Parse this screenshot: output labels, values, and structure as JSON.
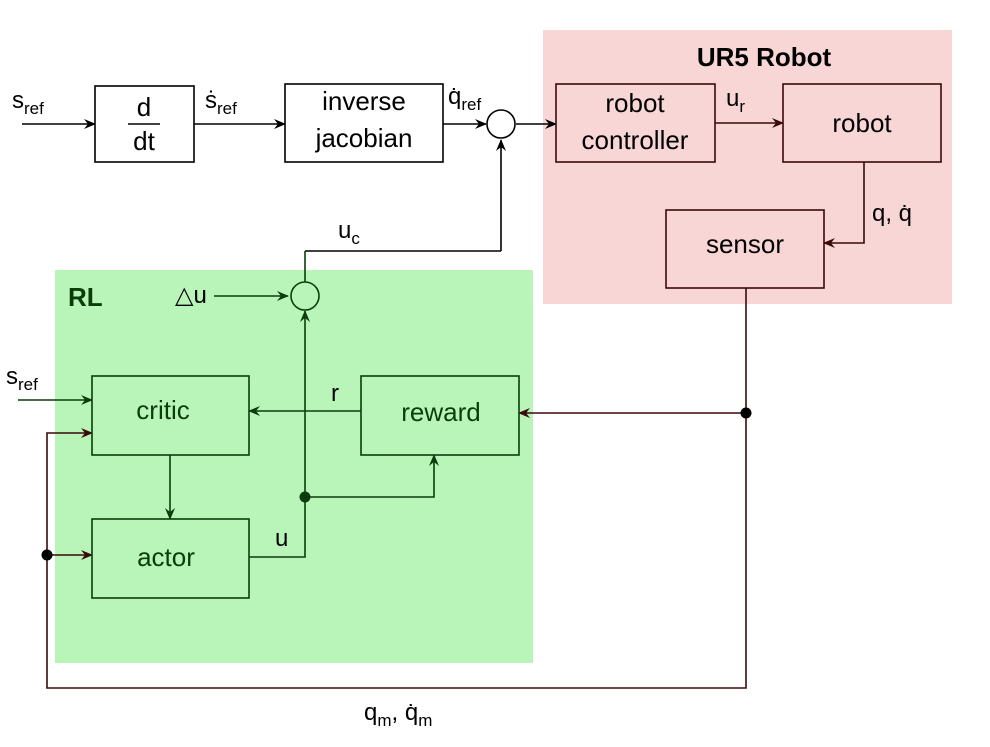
{
  "colors": {
    "robot_region": "#f9d6d6",
    "rl_region": "#b9f5b9",
    "top_line": "#000000",
    "robot_line": "#3a0a0a",
    "rl_line": "#0a3d0a"
  },
  "regions": {
    "robot": {
      "title": "UR5 Robot"
    },
    "rl": {
      "title": "RL"
    }
  },
  "blocks": {
    "derivative": {
      "num": "d",
      "den": "dt"
    },
    "inverse_jacobian": {
      "line1": "inverse",
      "line2": "jacobian"
    },
    "robot_controller": {
      "line1": "robot",
      "line2": "controller"
    },
    "robot": {
      "label": "robot"
    },
    "sensor": {
      "label": "sensor"
    },
    "critic": {
      "label": "critic"
    },
    "reward": {
      "label": "reward"
    },
    "actor": {
      "label": "actor"
    }
  },
  "signals": {
    "s_ref_in": {
      "base": "s",
      "sub": "ref"
    },
    "s_ref_dot": {
      "base": "ṡ",
      "sub": "ref"
    },
    "q_ref_dot": {
      "base": "q̇",
      "sub": "ref"
    },
    "u_r": {
      "base": "u",
      "sub": "r"
    },
    "q_qdot": {
      "text": "q,  q̇"
    },
    "u_c": {
      "base": "u",
      "sub": "c"
    },
    "delta_u": {
      "text": "△u"
    },
    "s_ref_rl": {
      "base": "s",
      "sub": "ref"
    },
    "r": {
      "text": "r"
    },
    "u": {
      "text": "u"
    },
    "q_m": {
      "base": "q",
      "sub": "m",
      "sep": ", ",
      "base2": "q̇",
      "sub2": "m"
    }
  }
}
